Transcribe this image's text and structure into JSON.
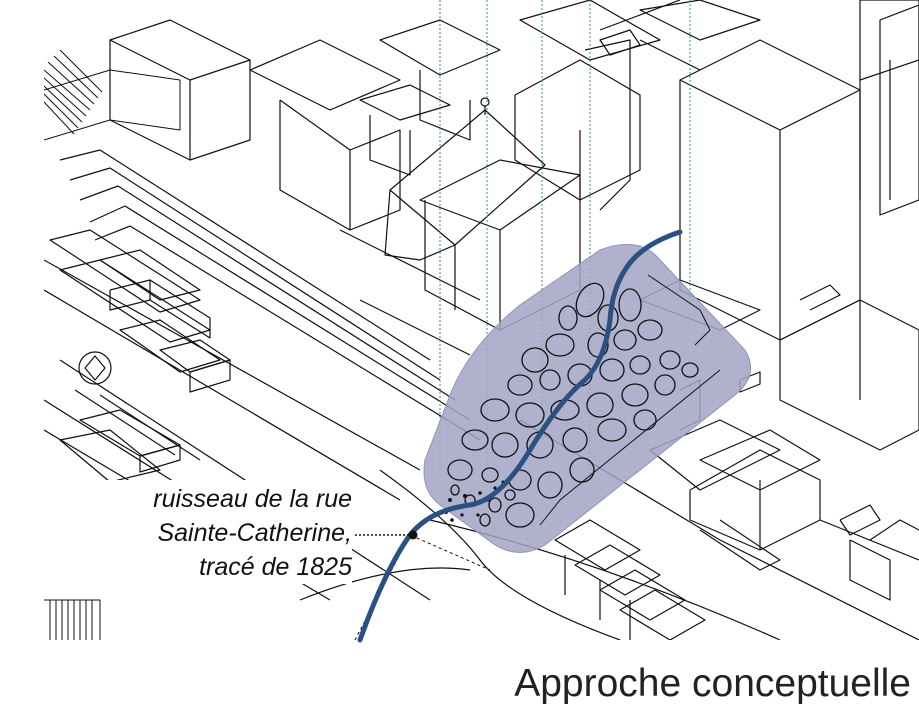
{
  "annotation": {
    "line1": "ruisseau de la rue",
    "line2": "Sainte-Catherine,",
    "line3": "tracé de 1825"
  },
  "footer": {
    "title": "Approche conceptuelle"
  },
  "colors": {
    "stream": "#2b5183",
    "intervention_zone": "#a2a5c4",
    "lines": "#111111",
    "guides": "#3c8c7a"
  },
  "icons": {
    "stream": "stream-path",
    "landmark": "diamond-landmark-icon"
  }
}
